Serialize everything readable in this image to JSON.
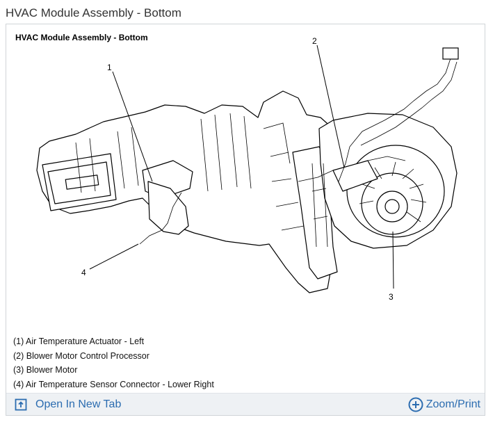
{
  "page": {
    "title": "HVAC Module Assembly - Bottom"
  },
  "card": {
    "title": "HVAC Module Assembly - Bottom",
    "callouts": [
      "1",
      "2",
      "3",
      "4"
    ],
    "legend": [
      "(1) Air Temperature Actuator - Left",
      "(2) Blower Motor Control Processor",
      "(3) Blower Motor",
      "(4) Air Temperature Sensor Connector - Lower Right"
    ]
  },
  "footer": {
    "open_tab_label": "Open In New Tab",
    "open_tab_icon": "open-in-new-tab-icon",
    "zoom_label": "Zoom/Print",
    "zoom_icon": "zoom-plus-icon",
    "link_color": "#2b6cb0"
  }
}
